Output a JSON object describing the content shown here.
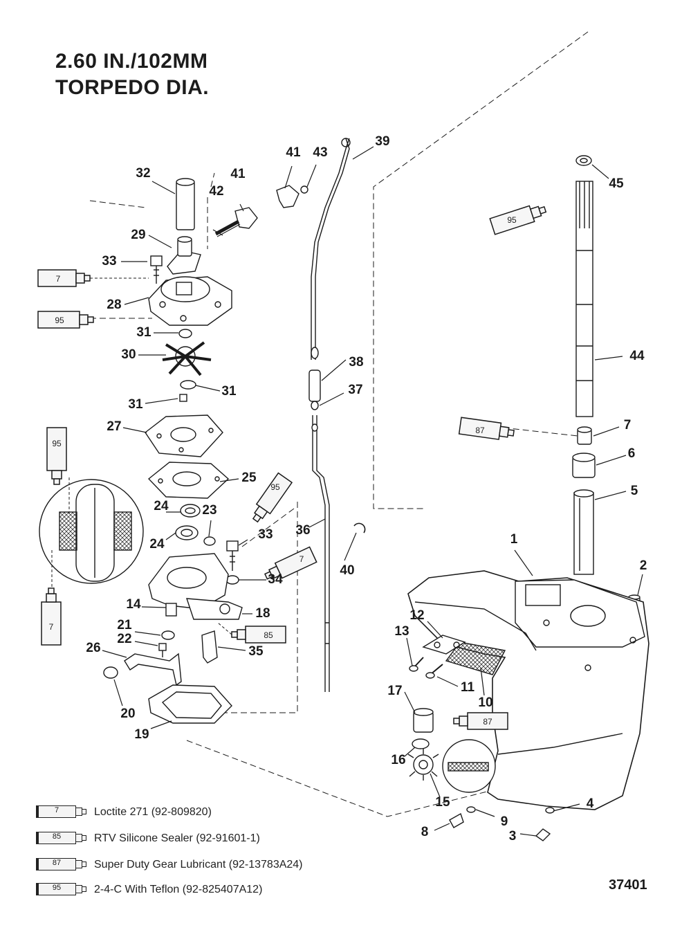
{
  "title": {
    "line1": "2.60 IN./102MM",
    "line2": "TORPEDO DIA."
  },
  "figure_number": "37401",
  "callouts": [
    "1",
    "2",
    "3",
    "4",
    "5",
    "6",
    "7",
    "8",
    "9",
    "10",
    "11",
    "12",
    "13",
    "14",
    "15",
    "16",
    "17",
    "18",
    "19",
    "20",
    "21",
    "22",
    "23",
    "24",
    "24",
    "25",
    "26",
    "27",
    "28",
    "29",
    "30",
    "31",
    "31",
    "31",
    "32",
    "33",
    "33",
    "34",
    "35",
    "36",
    "37",
    "38",
    "39",
    "40",
    "41",
    "41",
    "42",
    "43",
    "44",
    "45"
  ],
  "tube_labels": {
    "t7_a": "7",
    "t95_a": "95",
    "t95_b": "95",
    "t7_b": "7",
    "t95_c": "95",
    "t7_c": "7",
    "t85": "85",
    "t95_d": "95",
    "t87_a": "87",
    "t87_b": "87"
  },
  "legend": [
    {
      "tube": "7",
      "text": "Loctite 271 (92-809820)"
    },
    {
      "tube": "85",
      "text": "RTV Silicone Sealer (92-91601-1)"
    },
    {
      "tube": "87",
      "text": "Super Duty Gear Lubricant (92-13783A24)"
    },
    {
      "tube": "95",
      "text": "2-4-C  With Teflon (92-825407A12)"
    }
  ]
}
